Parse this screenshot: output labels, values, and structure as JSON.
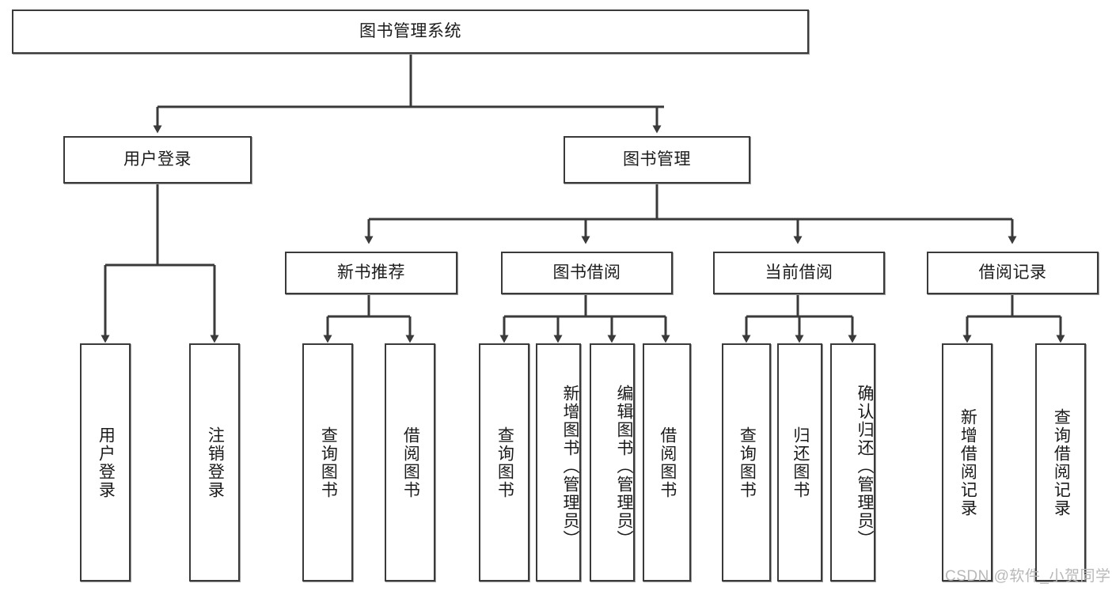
{
  "diagram": {
    "type": "tree-hierarchy-chart",
    "title": "图书管理系统",
    "stroke_color": "#3a3a3a",
    "fill_color": "#ffffff",
    "text_color": "#1b1b1b",
    "levels": [
      {
        "level": 1,
        "nodes": [
          {
            "id": "root",
            "label": "图书管理系统",
            "orientation": "horizontal"
          }
        ]
      },
      {
        "level": 2,
        "nodes": [
          {
            "id": "login",
            "label": "用户登录",
            "orientation": "horizontal",
            "parent": "root"
          },
          {
            "id": "bookmgmt",
            "label": "图书管理",
            "orientation": "horizontal",
            "parent": "root"
          }
        ]
      },
      {
        "level": 3,
        "nodes": [
          {
            "id": "newbook",
            "label": "新书推荐",
            "orientation": "horizontal",
            "parent": "bookmgmt"
          },
          {
            "id": "borrow",
            "label": "图书借阅",
            "orientation": "horizontal",
            "parent": "bookmgmt"
          },
          {
            "id": "current",
            "label": "当前借阅",
            "orientation": "horizontal",
            "parent": "bookmgmt"
          },
          {
            "id": "records",
            "label": "借阅记录",
            "orientation": "horizontal",
            "parent": "bookmgmt"
          }
        ]
      },
      {
        "level": 4,
        "nodes": [
          {
            "id": "leaf1",
            "label": "用户登录",
            "orientation": "vertical",
            "parent": "login"
          },
          {
            "id": "leaf2",
            "label": "注销登录",
            "orientation": "vertical",
            "parent": "login"
          },
          {
            "id": "leaf3",
            "label": "查询图书",
            "orientation": "vertical",
            "parent": "newbook"
          },
          {
            "id": "leaf4",
            "label": "借阅图书",
            "orientation": "vertical",
            "parent": "newbook"
          },
          {
            "id": "leaf5",
            "label": "查询图书",
            "orientation": "vertical",
            "parent": "borrow"
          },
          {
            "id": "leaf6",
            "label": "新增图书（管理员）",
            "orientation": "vertical",
            "parent": "borrow"
          },
          {
            "id": "leaf7",
            "label": "编辑图书（管理员）",
            "orientation": "vertical",
            "parent": "borrow"
          },
          {
            "id": "leaf8",
            "label": "借阅图书",
            "orientation": "vertical",
            "parent": "borrow"
          },
          {
            "id": "leaf9",
            "label": "查询图书",
            "orientation": "vertical",
            "parent": "current"
          },
          {
            "id": "leaf10",
            "label": "归还图书",
            "orientation": "vertical",
            "parent": "current"
          },
          {
            "id": "leaf11",
            "label": "确认归还（管理员）",
            "orientation": "vertical",
            "parent": "current"
          },
          {
            "id": "leaf12",
            "label": "新增借阅记录",
            "orientation": "vertical",
            "parent": "records"
          },
          {
            "id": "leaf13",
            "label": "查询借阅记录",
            "orientation": "vertical",
            "parent": "records"
          }
        ]
      }
    ]
  },
  "watermark": {
    "text": "CSDN @软件_小贺同学",
    "color": "#b8b8b8"
  }
}
